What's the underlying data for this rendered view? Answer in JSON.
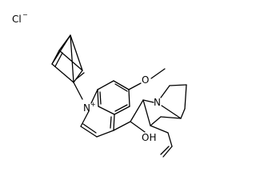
{
  "labels": {
    "chloride": "Cl",
    "chloride_charge": "−",
    "quinolinium_n": "N",
    "quinolinium_charge": "+",
    "methoxy_o": "O",
    "quinuclidine_n": "N",
    "hydroxyl": "OH"
  }
}
